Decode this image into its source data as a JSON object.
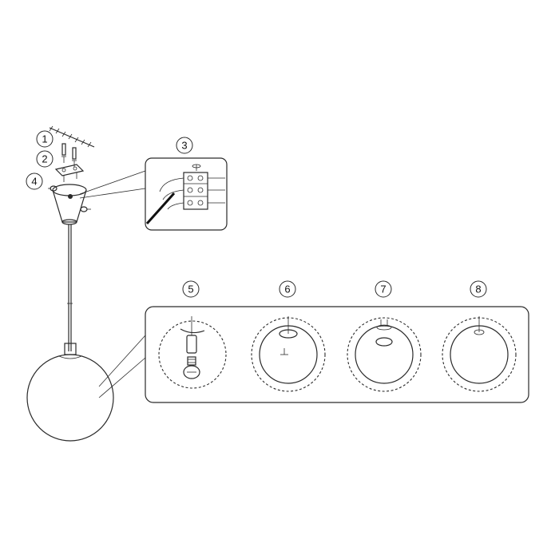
{
  "steps": [
    {
      "number": "1"
    },
    {
      "number": "2"
    },
    {
      "number": "3"
    },
    {
      "number": "4"
    },
    {
      "number": "5"
    },
    {
      "number": "6"
    },
    {
      "number": "7"
    },
    {
      "number": "8"
    }
  ]
}
